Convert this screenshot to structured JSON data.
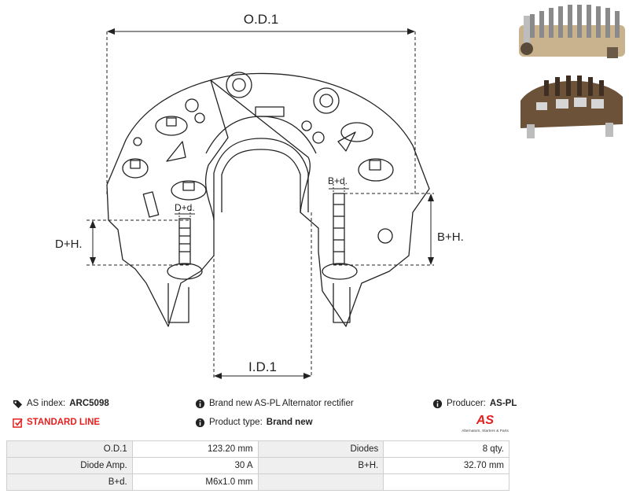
{
  "drawing": {
    "od_label": "O.D.1",
    "id_label": "I.D.1",
    "dh_label": "D+H.",
    "bh_label": "B+H.",
    "dd_label": "D+d.",
    "bd_label": "B+d."
  },
  "info": {
    "as_index_label": "AS index:",
    "as_index_value": "ARC5098",
    "description": "Brand new AS-PL Alternator rectifier",
    "producer_label": "Producer:",
    "producer_value": "AS-PL",
    "line_label": "STANDARD LINE",
    "product_type_label": "Product type:",
    "product_type_value": "Brand new",
    "logo_text": "AS",
    "logo_subtext": "Alternators, Starters & Parts"
  },
  "specs": [
    {
      "label_left": "O.D.1",
      "value_left": "123.20 mm",
      "label_right": "Diodes",
      "value_right": "8 qty."
    },
    {
      "label_left": "Diode Amp.",
      "value_left": "30 A",
      "label_right": "B+H.",
      "value_right": "32.70 mm"
    },
    {
      "label_left": "B+d.",
      "value_left": "M6x1.0 mm",
      "label_right": "",
      "value_right": ""
    }
  ],
  "colors": {
    "accent_red": "#e3201f",
    "table_label_bg": "#efefef",
    "table_border": "#cfcfcf"
  }
}
